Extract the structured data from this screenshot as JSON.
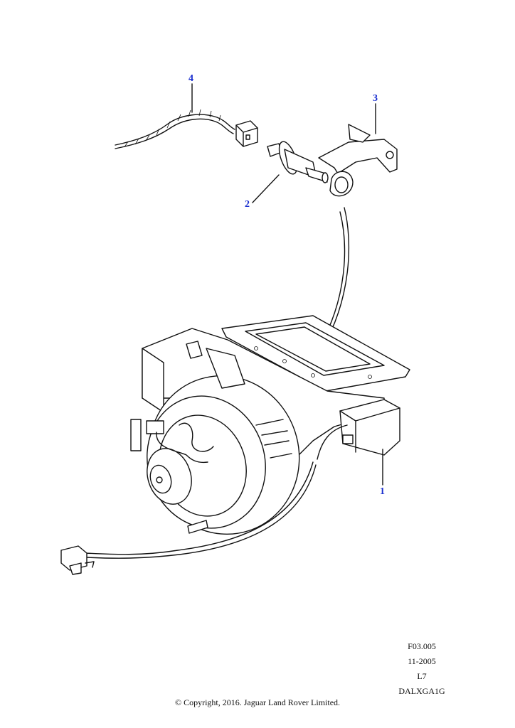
{
  "callouts": [
    {
      "id": "1",
      "label": "1"
    },
    {
      "id": "2",
      "label": "2"
    },
    {
      "id": "3",
      "label": "3"
    },
    {
      "id": "4",
      "label": "4"
    }
  ],
  "meta": {
    "code": "F03.005",
    "date": "11-2005",
    "level": "L7",
    "ref": "DALXGA1G"
  },
  "copyright": "© Copyright, 2016. Jaguar Land Rover Limited.",
  "colors": {
    "callout": "#1a2fcf",
    "line": "#111111",
    "background": "#ffffff"
  }
}
